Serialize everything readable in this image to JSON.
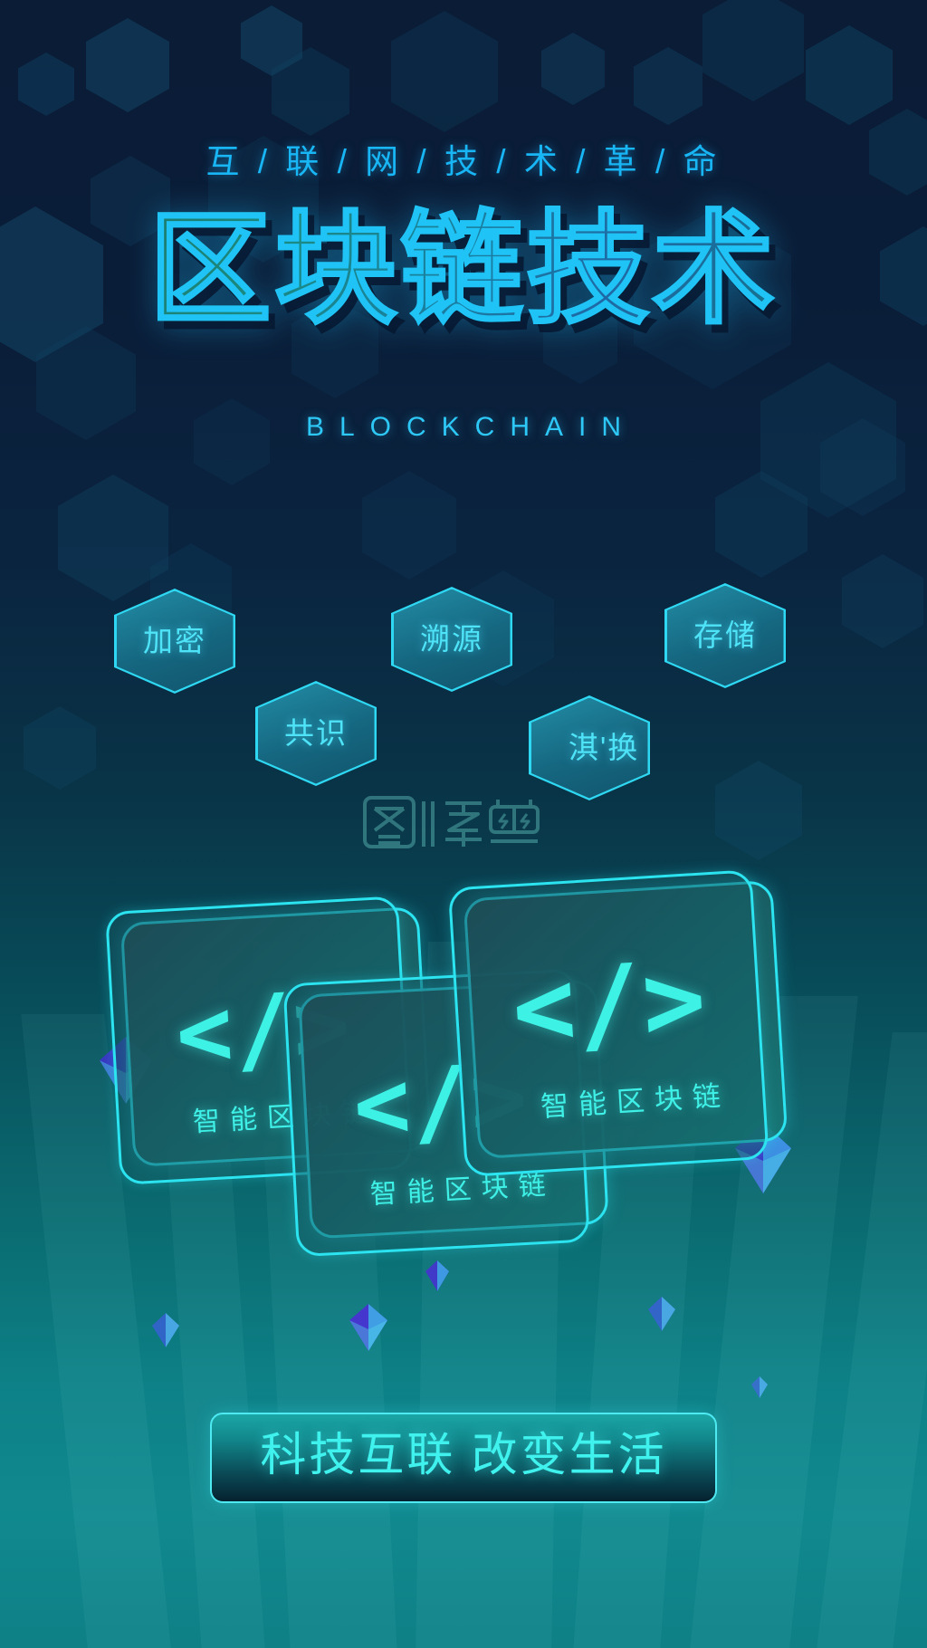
{
  "meta": {
    "accent_cyan": "#2ec8f7",
    "accent_teal": "#3df2e4",
    "bg_top": "#0a1c36",
    "bg_bottom": "#0e8086"
  },
  "header": {
    "subtitle": "互 / 联 / 网 / 技 / 术 / 革 / 命",
    "title": "区块链技术",
    "latin_subtitle": "BLOCKCHAIN"
  },
  "badges": [
    {
      "label": "加密"
    },
    {
      "label": "共识"
    },
    {
      "label": "溯源"
    },
    {
      "label": "淇'换"
    },
    {
      "label": "存储"
    }
  ],
  "cards": [
    {
      "code": "</>",
      "caption": "智能区块链"
    },
    {
      "code": "</>",
      "caption": "智能区块链"
    },
    {
      "code": "</>",
      "caption": "智能区块链"
    }
  ],
  "cta": {
    "label": "科技互联 改变生活"
  },
  "watermark": {
    "label": "图怪兽"
  }
}
